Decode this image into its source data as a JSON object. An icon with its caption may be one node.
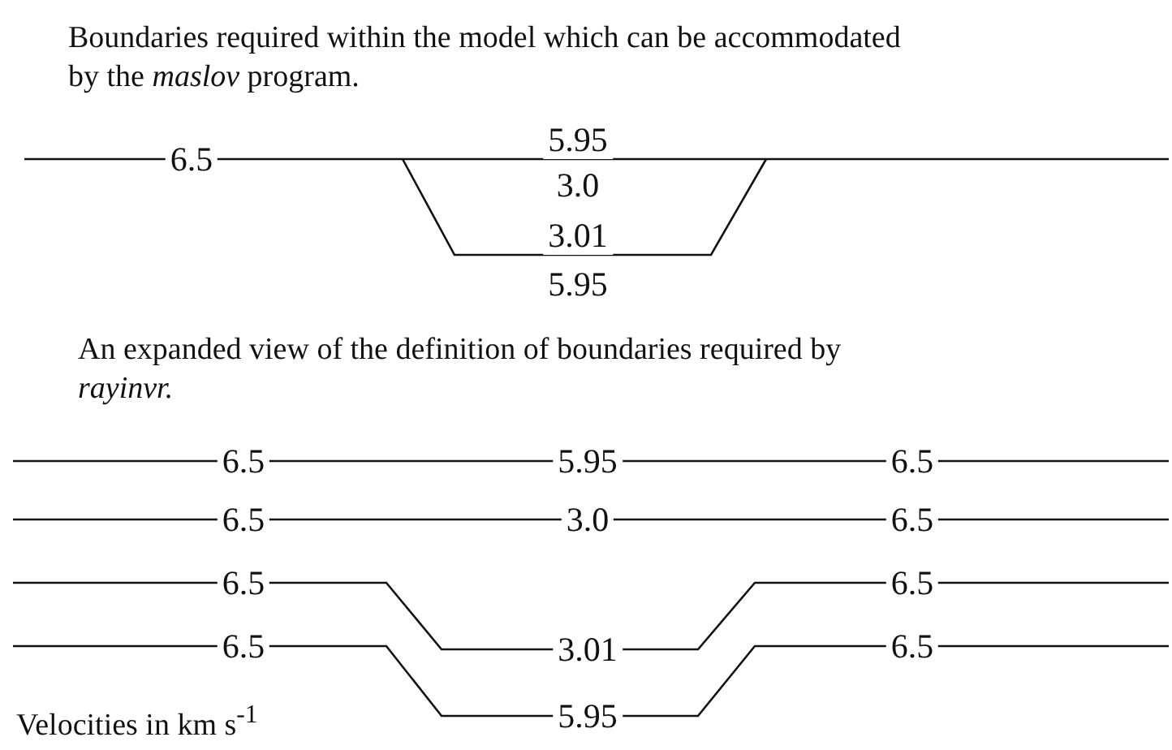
{
  "diagram": {
    "labels": [
      "Boundaries required within the model which can be accommodated by the *maslov* program.",
      "6.5",
      "5.95",
      "3.0",
      "3.01",
      "5.95",
      "An expanded view of the definition of boundaries required by *rayinvr.*",
      "6.5",
      "5.95",
      "6.5",
      "6.5",
      "3.0",
      "6.5",
      "6.5",
      "6.5",
      "6.5",
      "3.01",
      "6.5",
      "Velocities in km s$^{-1}$",
      "5.95"
    ]
  }
}
